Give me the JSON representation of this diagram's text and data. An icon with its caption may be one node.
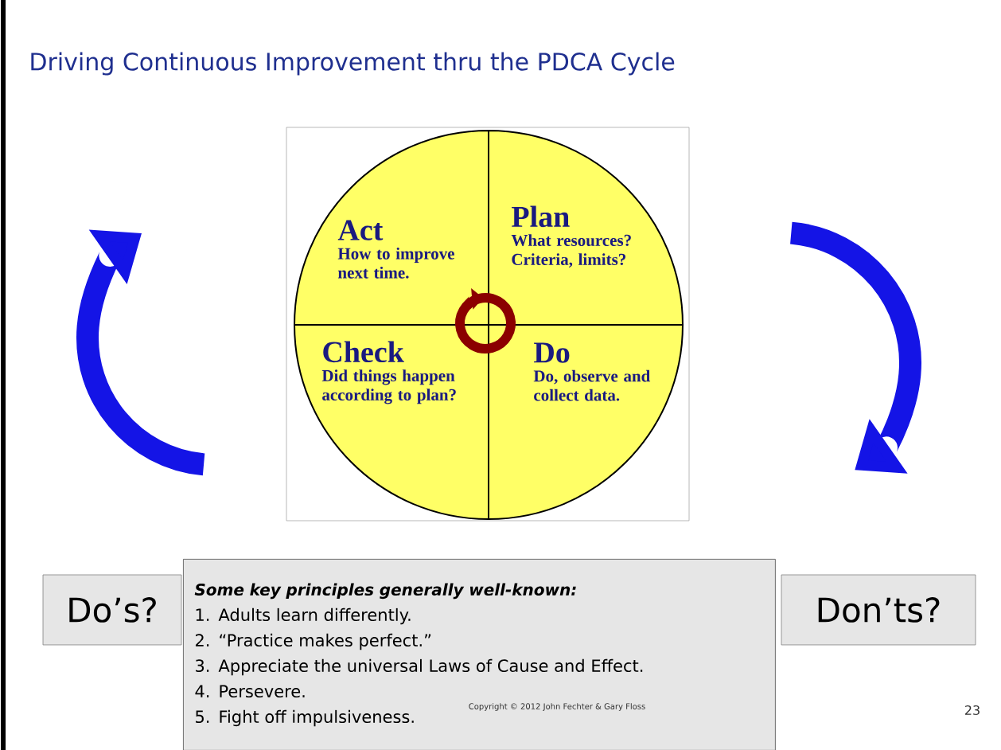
{
  "diagram": {
    "title": "Driving Continuous Improvement thru the PDCA Cycle",
    "nodes": [
      {
        "text": [
          "Act",
          "How to improve next time."
        ]
      },
      {
        "text": [
          "Plan",
          "What resources? Criteria, limits?"
        ]
      },
      {
        "text": [
          "Check",
          "Did things happen according to plan?"
        ]
      },
      {
        "text": [
          "Do",
          "Do, observe and collect data."
        ]
      },
      {
        "text": [
          "Do’s?"
        ]
      },
      {
        "text": [
          "Don’ts?"
        ]
      },
      {
        "text": [
          "Some key principles generally well-known:",
          "1. Adults learn differently.",
          "2. “Practice makes perfect.”",
          "3. Appreciate the universal Laws of Cause and Effect.",
          "4. Persevere.",
          "5. Fight off impulsiveness."
        ]
      }
    ],
    "labels": [
      "Copyright © 2012 John Fechter & Gary Floss",
      "23"
    ]
  }
}
